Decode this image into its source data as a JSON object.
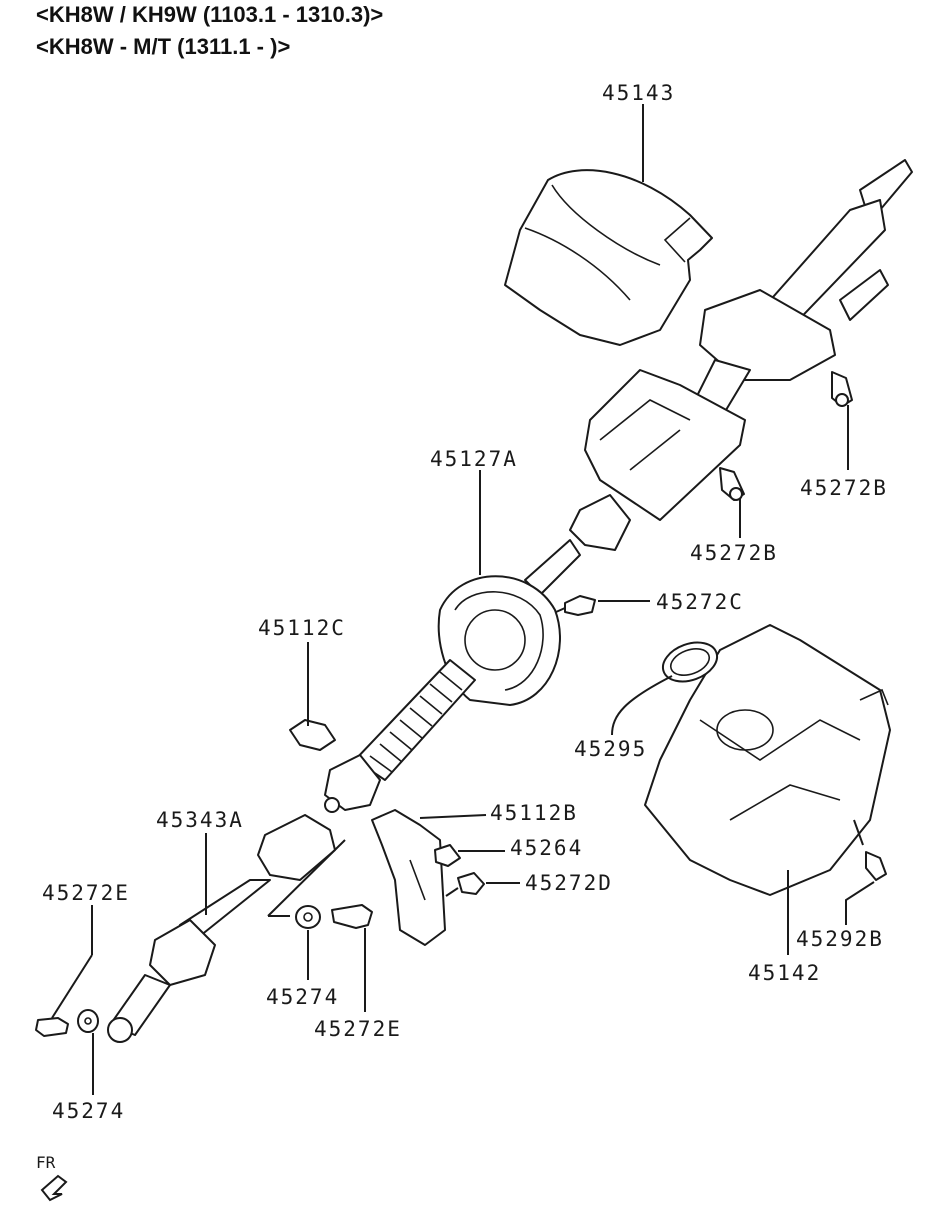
{
  "header": {
    "line1": "<KH8W / KH9W (1103.1 - 1310.3)>",
    "line2": "<KH8W - M/T (1311.1 - )>"
  },
  "parts": {
    "p45143": "45143",
    "p45272B_a": "45272B",
    "p45272B_b": "45272B",
    "p45127A": "45127A",
    "p45272C": "45272C",
    "p45112C": "45112C",
    "p45295": "45295",
    "p45112B": "45112B",
    "p45264": "45264",
    "p45272D": "45272D",
    "p45343A": "45343A",
    "p45272E_a": "45272E",
    "p45274_a": "45274",
    "p45272E_b": "45272E",
    "p45292B": "45292B",
    "p45142": "45142",
    "p45274_b": "45274"
  },
  "direction_marker": "FR"
}
